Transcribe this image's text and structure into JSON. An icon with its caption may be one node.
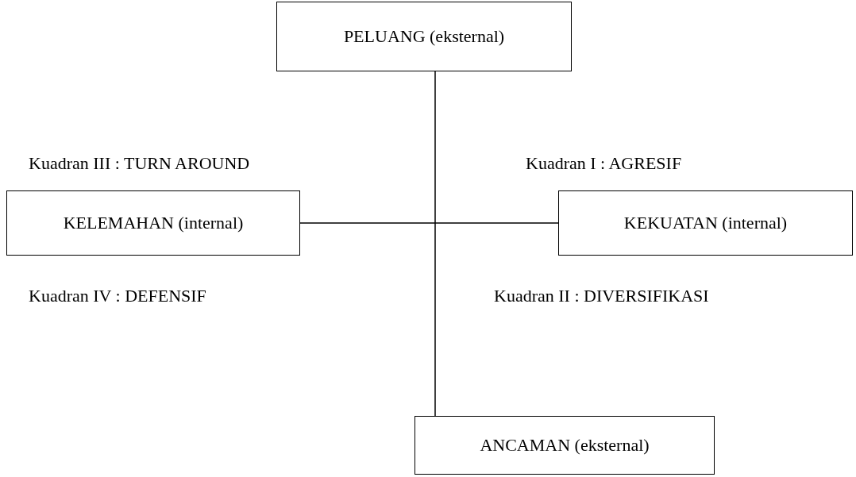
{
  "diagram": {
    "nodes": [
      {
        "text": [
          "PELUANG (eksternal)"
        ]
      },
      {
        "text": [
          "KELEMAHAN (internal)"
        ]
      },
      {
        "text": [
          "KEKUATAN (internal)"
        ]
      },
      {
        "text": [
          "ANCAMAN (eksternal)"
        ]
      }
    ],
    "edges": [
      {
        "from": 0,
        "to": 3,
        "arrow": "none"
      },
      {
        "from": 1,
        "to": 2,
        "arrow": "none"
      }
    ],
    "labels": [
      "Kuadran III : TURN AROUND",
      "Kuadran I : AGRESIF",
      "Kuadran IV : DEFENSIF",
      "Kuadran II : DIVERSIFIKASI"
    ]
  }
}
